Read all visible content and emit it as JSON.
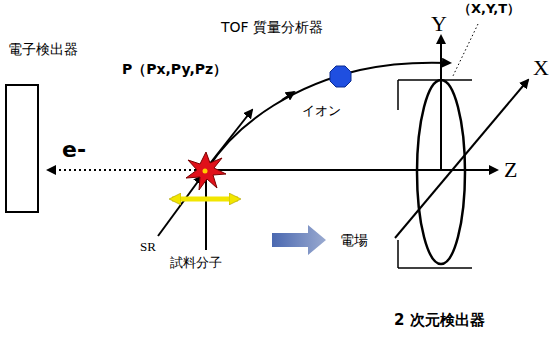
{
  "diagram": {
    "title": "TOF 質量分析器",
    "labels": [
      "（X,Y,T）",
      "Y",
      "X",
      "Z",
      "電子検出器",
      "P（Px,Py,Pz）",
      "e-",
      "イオン",
      "SR",
      "試料分子",
      "電場",
      "2 次元検出器"
    ]
  }
}
